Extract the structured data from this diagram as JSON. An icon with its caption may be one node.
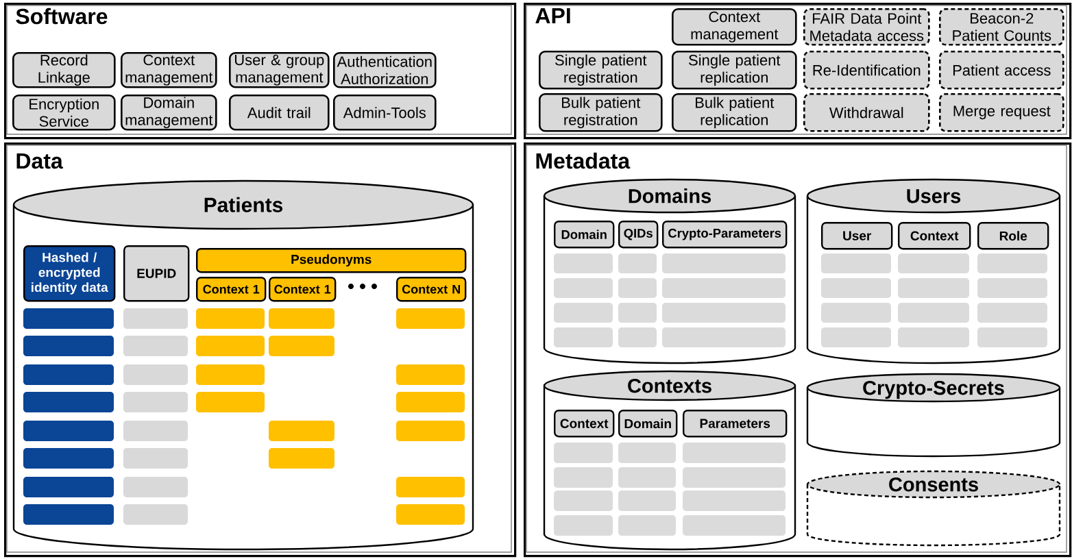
{
  "diagram": {
    "nodes": [
      {
        "text": [
          "Software"
        ]
      },
      {
        "text": [
          "Record Linkage"
        ],
        "in": 0
      },
      {
        "text": [
          "Context management"
        ],
        "in": 0
      },
      {
        "text": [
          "User & group management"
        ],
        "in": 0
      },
      {
        "text": [
          "Authentication Authorization"
        ],
        "in": 0
      },
      {
        "text": [
          "Encryption Service"
        ],
        "in": 0
      },
      {
        "text": [
          "Domain management"
        ],
        "in": 0
      },
      {
        "text": [
          "Audit trail"
        ],
        "in": 0
      },
      {
        "text": [
          "Admin-Tools"
        ],
        "in": 0
      },
      {
        "text": [
          "API"
        ]
      },
      {
        "text": [
          "Context management"
        ],
        "in": 9
      },
      {
        "text": [
          "FAIR Data Point Metadata access"
        ],
        "in": 9
      },
      {
        "text": [
          "Beacon-2 Patient Counts"
        ],
        "in": 9
      },
      {
        "text": [
          "Single patient registration"
        ],
        "in": 9
      },
      {
        "text": [
          "Single patient replication"
        ],
        "in": 9
      },
      {
        "text": [
          "Re-Identification"
        ],
        "in": 9
      },
      {
        "text": [
          "Patient access"
        ],
        "in": 9
      },
      {
        "text": [
          "Bulk patient registration"
        ],
        "in": 9
      },
      {
        "text": [
          "Bulk patient replication"
        ],
        "in": 9
      },
      {
        "text": [
          "Withdrawal"
        ],
        "in": 9
      },
      {
        "text": [
          "Merge request"
        ],
        "in": 9
      },
      {
        "text": [
          "Data"
        ]
      },
      {
        "text": [
          "Patients"
        ],
        "in": 21
      },
      {
        "text": [
          "Hashed / encrypted identity data"
        ],
        "in": 22
      },
      {
        "text": [
          "EUPID"
        ],
        "in": 22
      },
      {
        "text": [
          "Pseudonyms"
        ],
        "in": 22
      },
      {
        "text": [
          "Context 1"
        ],
        "in": 22
      },
      {
        "text": [
          "Context 1"
        ],
        "in": 22
      },
      {
        "text": [
          "Context N"
        ],
        "in": 22
      },
      {
        "text": [
          "Metadata"
        ]
      },
      {
        "text": [
          "Domains"
        ],
        "in": 29
      },
      {
        "text": [
          "Domain"
        ],
        "in": 30
      },
      {
        "text": [
          "QIDs"
        ],
        "in": 30
      },
      {
        "text": [
          "Crypto-Parameters"
        ],
        "in": 30
      },
      {
        "text": [
          "Users"
        ],
        "in": 29
      },
      {
        "text": [
          "User"
        ],
        "in": 34
      },
      {
        "text": [
          "Context"
        ],
        "in": 34
      },
      {
        "text": [
          "Role"
        ],
        "in": 34
      },
      {
        "text": [
          "Contexts"
        ],
        "in": 29
      },
      {
        "text": [
          "Context"
        ],
        "in": 38
      },
      {
        "text": [
          "Domain"
        ],
        "in": 38
      },
      {
        "text": [
          "Parameters"
        ],
        "in": 38
      },
      {
        "text": [
          "Crypto-Secrets"
        ],
        "in": 29
      },
      {
        "text": [
          "Consents"
        ],
        "in": 29
      }
    ]
  }
}
